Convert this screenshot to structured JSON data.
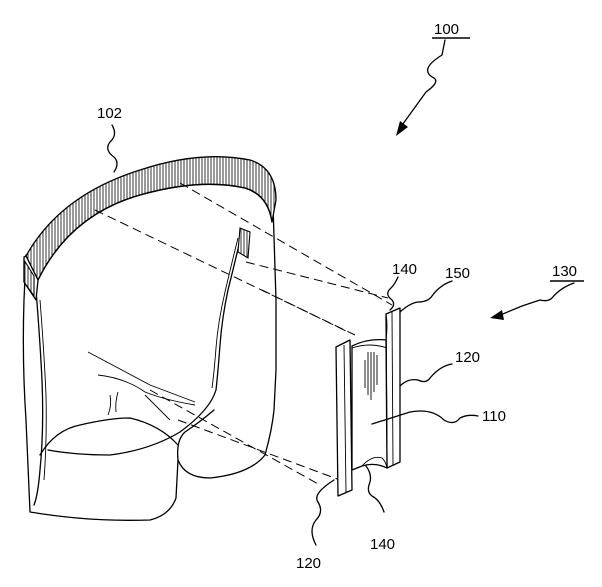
{
  "labels": {
    "assembly": "100",
    "waistband": "102",
    "pad_unit": "130",
    "slit": "140",
    "notch": "150",
    "side_panel": "120",
    "pad_body": "110"
  }
}
